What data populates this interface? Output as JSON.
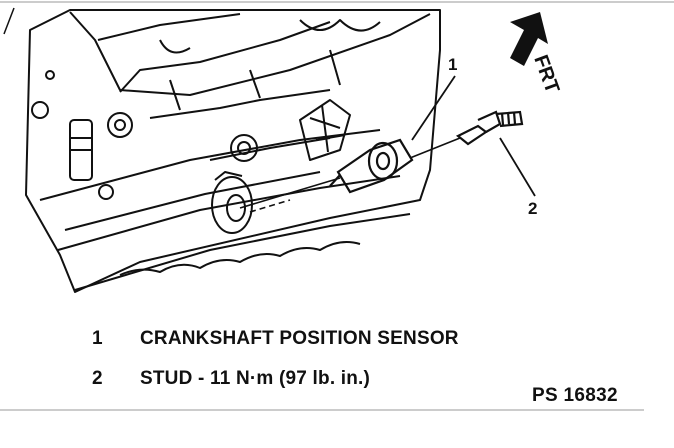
{
  "callouts": {
    "one": "1",
    "two": "2"
  },
  "direction_label": "FRT",
  "legend": [
    {
      "number": "1",
      "text": "CRANKSHAFT POSITION SENSOR"
    },
    {
      "number": "2",
      "text": "STUD - 11 N·m (97 lb. in.)"
    }
  ],
  "figure_code": "PS 16832",
  "icons": {
    "direction": "front-arrow-icon"
  }
}
